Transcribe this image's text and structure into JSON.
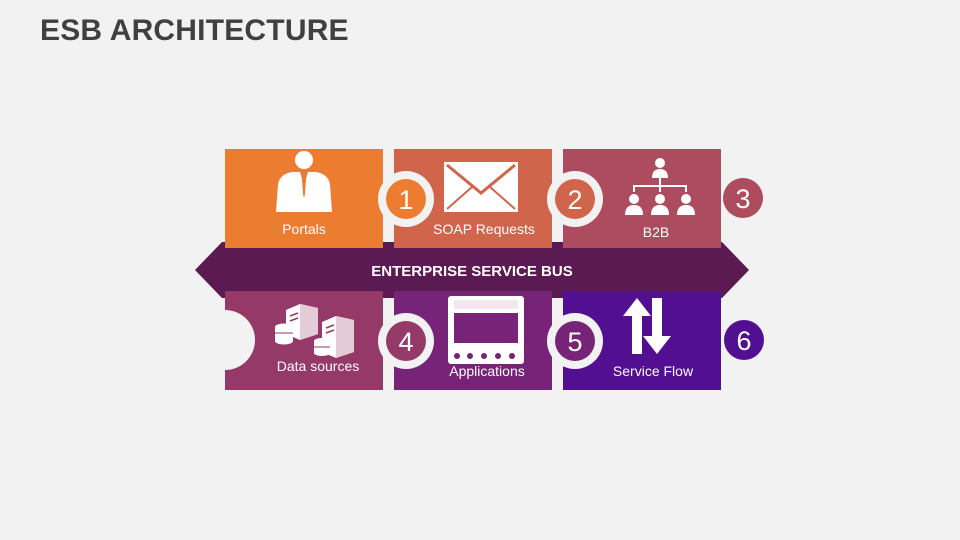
{
  "title": "ESB ARCHITECTURE",
  "bus_label": "ENTERPRISE SERVICE BUS",
  "colors": {
    "background": "#f2f2f2",
    "bus": "#5c1a52",
    "tile_1": "#ec7d30",
    "tile_2": "#d0654b",
    "tile_3": "#ad4c5e",
    "tile_4": "#953968",
    "tile_5": "#772378",
    "tile_6": "#530f92"
  },
  "tiles": [
    {
      "number": "1",
      "label": "Portals",
      "icon": "businessman-icon"
    },
    {
      "number": "2",
      "label": "SOAP Requests",
      "icon": "envelope-icon"
    },
    {
      "number": "3",
      "label": "B2B",
      "icon": "org-chart-icon"
    },
    {
      "number": "4",
      "label": "Data sources",
      "icon": "servers-database-icon"
    },
    {
      "number": "5",
      "label": "Applications",
      "icon": "application-device-icon"
    },
    {
      "number": "6",
      "label": "Service Flow",
      "icon": "up-down-arrows-icon"
    }
  ]
}
